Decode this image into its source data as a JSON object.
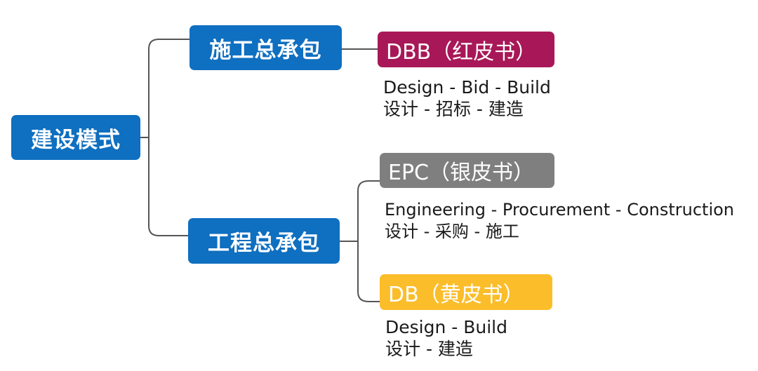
{
  "root": {
    "label": "建设模式"
  },
  "branches": [
    {
      "label": "施工总承包",
      "books": [
        {
          "label": "DBB（红皮书）",
          "color": "#a81858",
          "line1": "Design - Bid - Build",
          "line2": "设计 - 招标 - 建造"
        }
      ]
    },
    {
      "label": "工程总承包",
      "books": [
        {
          "label": "EPC（银皮书）",
          "color": "#7f7f7f",
          "line1": "Engineering - Procurement - Construction",
          "line2": "设计 - 采购 - 施工"
        },
        {
          "label": "DB（黄皮书）",
          "color": "#fbbd2a",
          "line1": "Design - Build",
          "line2": "设计 - 建造"
        }
      ]
    }
  ],
  "colors": {
    "node_blue": "#0f6fc0",
    "connector": "#555555"
  }
}
